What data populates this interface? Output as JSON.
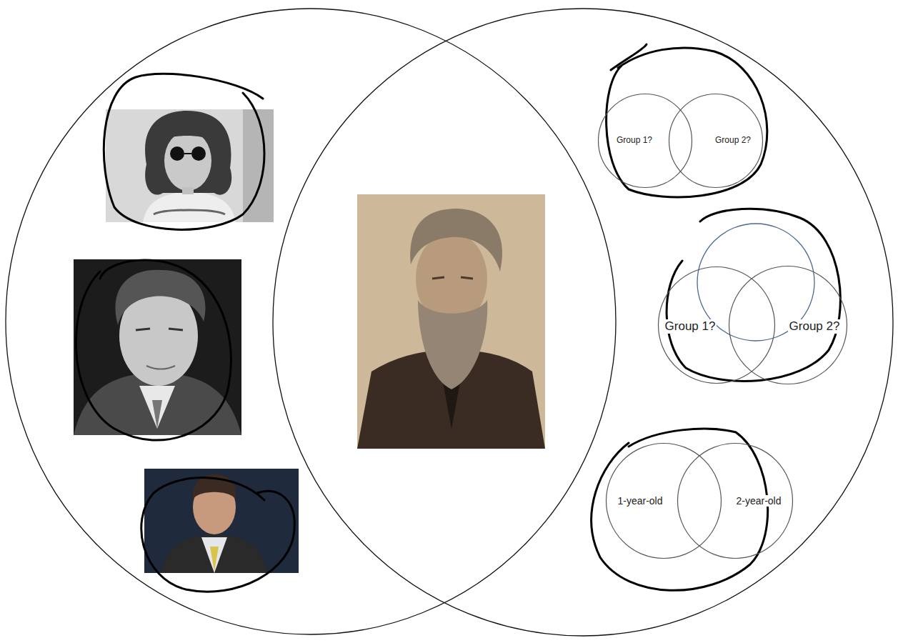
{
  "diagram": {
    "nodes": [
      {
        "text": [
          "Group 1?"
        ]
      },
      {
        "text": [
          "Group 2?"
        ]
      },
      {
        "text": [
          "Group 1?"
        ]
      },
      {
        "text": [
          "Group 2?"
        ]
      },
      {
        "text": [
          "1-year-old"
        ]
      },
      {
        "text": [
          "2-year-old"
        ]
      }
    ]
  }
}
